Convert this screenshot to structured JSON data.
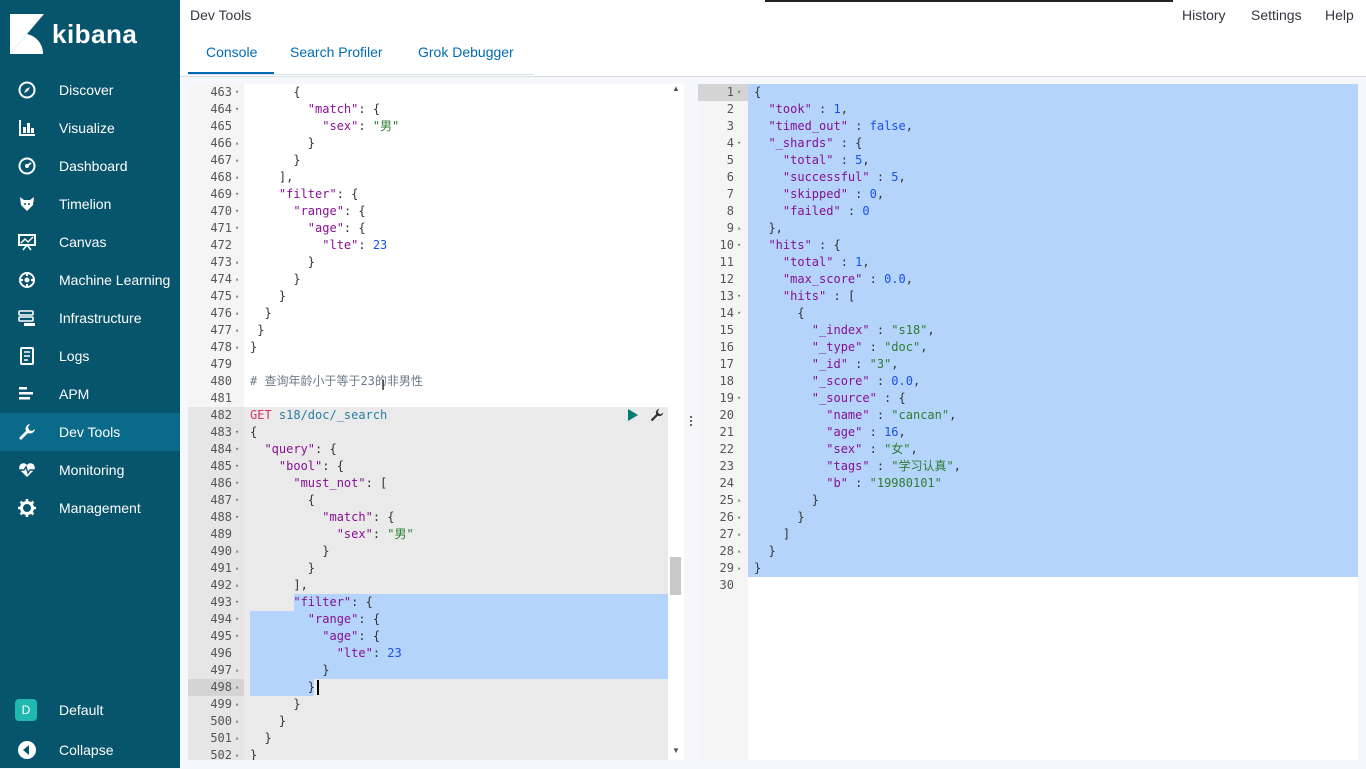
{
  "sidebar": {
    "brand": "kibana",
    "items": [
      {
        "label": "Discover",
        "icon": "compass-icon"
      },
      {
        "label": "Visualize",
        "icon": "bar-chart-icon"
      },
      {
        "label": "Dashboard",
        "icon": "dashboard-icon"
      },
      {
        "label": "Timelion",
        "icon": "timelion-icon"
      },
      {
        "label": "Canvas",
        "icon": "canvas-icon"
      },
      {
        "label": "Machine Learning",
        "icon": "machine-learning-icon"
      },
      {
        "label": "Infrastructure",
        "icon": "infrastructure-icon"
      },
      {
        "label": "Logs",
        "icon": "logs-icon"
      },
      {
        "label": "APM",
        "icon": "apm-icon"
      },
      {
        "label": "Dev Tools",
        "icon": "wrench-icon"
      },
      {
        "label": "Monitoring",
        "icon": "heartbeat-icon"
      },
      {
        "label": "Management",
        "icon": "gear-icon"
      }
    ],
    "active": "Dev Tools",
    "space": {
      "initial": "D",
      "label": "Default"
    },
    "collapse_label": "Collapse"
  },
  "header": {
    "title": "Dev Tools",
    "links": [
      "History",
      "Settings",
      "Help"
    ],
    "tabs": [
      "Console",
      "Search Profiler",
      "Grok Debugger"
    ],
    "active_tab": "Console"
  },
  "request_editor": {
    "lines": [
      {
        "n": "463",
        "f": "▾",
        "t": [
          [
            "      {",
            "p"
          ]
        ]
      },
      {
        "n": "464",
        "f": "▾",
        "t": [
          [
            "        ",
            "p"
          ],
          [
            "\"match\"",
            "k"
          ],
          [
            ": {",
            "p"
          ]
        ]
      },
      {
        "n": "465",
        "f": "",
        "t": [
          [
            "          ",
            "p"
          ],
          [
            "\"sex\"",
            "k"
          ],
          [
            ": ",
            "p"
          ],
          [
            "\"男\"",
            "s"
          ]
        ]
      },
      {
        "n": "466",
        "f": "▴",
        "t": [
          [
            "        }",
            "p"
          ]
        ]
      },
      {
        "n": "467",
        "f": "▴",
        "t": [
          [
            "      }",
            "p"
          ]
        ]
      },
      {
        "n": "468",
        "f": "▴",
        "t": [
          [
            "    ],",
            "p"
          ]
        ]
      },
      {
        "n": "469",
        "f": "▾",
        "t": [
          [
            "    ",
            "p"
          ],
          [
            "\"filter\"",
            "k"
          ],
          [
            ": {",
            "p"
          ]
        ]
      },
      {
        "n": "470",
        "f": "▾",
        "t": [
          [
            "      ",
            "p"
          ],
          [
            "\"range\"",
            "k"
          ],
          [
            ": {",
            "p"
          ]
        ]
      },
      {
        "n": "471",
        "f": "▾",
        "t": [
          [
            "        ",
            "p"
          ],
          [
            "\"age\"",
            "k"
          ],
          [
            ": {",
            "p"
          ]
        ]
      },
      {
        "n": "472",
        "f": "",
        "t": [
          [
            "          ",
            "p"
          ],
          [
            "\"lte\"",
            "k"
          ],
          [
            ": ",
            "p"
          ],
          [
            "23",
            "n"
          ]
        ]
      },
      {
        "n": "473",
        "f": "▴",
        "t": [
          [
            "        }",
            "p"
          ]
        ]
      },
      {
        "n": "474",
        "f": "▴",
        "t": [
          [
            "      }",
            "p"
          ]
        ]
      },
      {
        "n": "475",
        "f": "▴",
        "t": [
          [
            "    }",
            "p"
          ]
        ]
      },
      {
        "n": "476",
        "f": "▴",
        "t": [
          [
            "  }",
            "p"
          ]
        ]
      },
      {
        "n": "477",
        "f": "▴",
        "t": [
          [
            " }",
            "p"
          ]
        ]
      },
      {
        "n": "478",
        "f": "▴",
        "t": [
          [
            "}",
            "p"
          ]
        ]
      },
      {
        "n": "479",
        "f": "",
        "t": [
          [
            "",
            "p"
          ]
        ]
      },
      {
        "n": "480",
        "f": "",
        "t": [
          [
            "# 查询年龄小于等于23的非男性",
            "c"
          ]
        ]
      },
      {
        "n": "481",
        "f": "",
        "t": [
          [
            "",
            "p"
          ]
        ]
      },
      {
        "n": "482",
        "f": "",
        "t": [
          [
            "GET",
            "m"
          ],
          [
            " s18/doc/_search",
            "u"
          ]
        ]
      },
      {
        "n": "483",
        "f": "▾",
        "t": [
          [
            "{",
            "p"
          ]
        ]
      },
      {
        "n": "484",
        "f": "▾",
        "t": [
          [
            "  ",
            "p"
          ],
          [
            "\"query\"",
            "k"
          ],
          [
            ": {",
            "p"
          ]
        ]
      },
      {
        "n": "485",
        "f": "▾",
        "t": [
          [
            "    ",
            "p"
          ],
          [
            "\"bool\"",
            "k"
          ],
          [
            ": {",
            "p"
          ]
        ]
      },
      {
        "n": "486",
        "f": "▾",
        "t": [
          [
            "      ",
            "p"
          ],
          [
            "\"must_not\"",
            "k"
          ],
          [
            ": [",
            "p"
          ]
        ]
      },
      {
        "n": "487",
        "f": "▾",
        "t": [
          [
            "        {",
            "p"
          ]
        ]
      },
      {
        "n": "488",
        "f": "▾",
        "t": [
          [
            "          ",
            "p"
          ],
          [
            "\"match\"",
            "k"
          ],
          [
            ": {",
            "p"
          ]
        ]
      },
      {
        "n": "489",
        "f": "",
        "t": [
          [
            "            ",
            "p"
          ],
          [
            "\"sex\"",
            "k"
          ],
          [
            ": ",
            "p"
          ],
          [
            "\"男\"",
            "s"
          ]
        ]
      },
      {
        "n": "490",
        "f": "▴",
        "t": [
          [
            "          }",
            "p"
          ]
        ]
      },
      {
        "n": "491",
        "f": "▴",
        "t": [
          [
            "        }",
            "p"
          ]
        ]
      },
      {
        "n": "492",
        "f": "▴",
        "t": [
          [
            "      ],",
            "p"
          ]
        ]
      },
      {
        "n": "493",
        "f": "▾",
        "t": [
          [
            "      ",
            "p"
          ],
          [
            "\"filter\"",
            "k"
          ],
          [
            ": {",
            "p"
          ]
        ]
      },
      {
        "n": "494",
        "f": "▾",
        "t": [
          [
            "        ",
            "p"
          ],
          [
            "\"range\"",
            "k"
          ],
          [
            ": {",
            "p"
          ]
        ]
      },
      {
        "n": "495",
        "f": "▾",
        "t": [
          [
            "          ",
            "p"
          ],
          [
            "\"age\"",
            "k"
          ],
          [
            ": {",
            "p"
          ]
        ]
      },
      {
        "n": "496",
        "f": "",
        "t": [
          [
            "            ",
            "p"
          ],
          [
            "\"lte\"",
            "k"
          ],
          [
            ": ",
            "p"
          ],
          [
            "23",
            "n"
          ]
        ]
      },
      {
        "n": "497",
        "f": "▴",
        "t": [
          [
            "          }",
            "p"
          ]
        ]
      },
      {
        "n": "498",
        "f": "▴",
        "t": [
          [
            "        }",
            "p"
          ]
        ]
      },
      {
        "n": "499",
        "f": "▴",
        "t": [
          [
            "      }",
            "p"
          ]
        ]
      },
      {
        "n": "500",
        "f": "▴",
        "t": [
          [
            "    }",
            "p"
          ]
        ]
      },
      {
        "n": "501",
        "f": "▴",
        "t": [
          [
            "  }",
            "p"
          ]
        ]
      },
      {
        "n": "502",
        "f": "▴",
        "t": [
          [
            "}",
            "p"
          ]
        ]
      }
    ]
  },
  "response_editor": {
    "lines": [
      {
        "n": "1",
        "f": "▾",
        "t": [
          [
            "{",
            "p"
          ]
        ]
      },
      {
        "n": "2",
        "f": "",
        "t": [
          [
            "  ",
            "p"
          ],
          [
            "\"took\"",
            "k"
          ],
          [
            " : ",
            "p"
          ],
          [
            "1",
            "n"
          ],
          [
            ",",
            "p"
          ]
        ]
      },
      {
        "n": "3",
        "f": "",
        "t": [
          [
            "  ",
            "p"
          ],
          [
            "\"timed_out\"",
            "k"
          ],
          [
            " : ",
            "p"
          ],
          [
            "false",
            "n"
          ],
          [
            ",",
            "p"
          ]
        ]
      },
      {
        "n": "4",
        "f": "▾",
        "t": [
          [
            "  ",
            "p"
          ],
          [
            "\"_shards\"",
            "k"
          ],
          [
            " : {",
            "p"
          ]
        ]
      },
      {
        "n": "5",
        "f": "",
        "t": [
          [
            "    ",
            "p"
          ],
          [
            "\"total\"",
            "k"
          ],
          [
            " : ",
            "p"
          ],
          [
            "5",
            "n"
          ],
          [
            ",",
            "p"
          ]
        ]
      },
      {
        "n": "6",
        "f": "",
        "t": [
          [
            "    ",
            "p"
          ],
          [
            "\"successful\"",
            "k"
          ],
          [
            " : ",
            "p"
          ],
          [
            "5",
            "n"
          ],
          [
            ",",
            "p"
          ]
        ]
      },
      {
        "n": "7",
        "f": "",
        "t": [
          [
            "    ",
            "p"
          ],
          [
            "\"skipped\"",
            "k"
          ],
          [
            " : ",
            "p"
          ],
          [
            "0",
            "n"
          ],
          [
            ",",
            "p"
          ]
        ]
      },
      {
        "n": "8",
        "f": "",
        "t": [
          [
            "    ",
            "p"
          ],
          [
            "\"failed\"",
            "k"
          ],
          [
            " : ",
            "p"
          ],
          [
            "0",
            "n"
          ]
        ]
      },
      {
        "n": "9",
        "f": "▴",
        "t": [
          [
            "  },",
            "p"
          ]
        ]
      },
      {
        "n": "10",
        "f": "▾",
        "t": [
          [
            "  ",
            "p"
          ],
          [
            "\"hits\"",
            "k"
          ],
          [
            " : {",
            "p"
          ]
        ]
      },
      {
        "n": "11",
        "f": "",
        "t": [
          [
            "    ",
            "p"
          ],
          [
            "\"total\"",
            "k"
          ],
          [
            " : ",
            "p"
          ],
          [
            "1",
            "n"
          ],
          [
            ",",
            "p"
          ]
        ]
      },
      {
        "n": "12",
        "f": "",
        "t": [
          [
            "    ",
            "p"
          ],
          [
            "\"max_score\"",
            "k"
          ],
          [
            " : ",
            "p"
          ],
          [
            "0.0",
            "n"
          ],
          [
            ",",
            "p"
          ]
        ]
      },
      {
        "n": "13",
        "f": "▾",
        "t": [
          [
            "    ",
            "p"
          ],
          [
            "\"hits\"",
            "k"
          ],
          [
            " : [",
            "p"
          ]
        ]
      },
      {
        "n": "14",
        "f": "▾",
        "t": [
          [
            "      {",
            "p"
          ]
        ]
      },
      {
        "n": "15",
        "f": "",
        "t": [
          [
            "        ",
            "p"
          ],
          [
            "\"_index\"",
            "k"
          ],
          [
            " : ",
            "p"
          ],
          [
            "\"s18\"",
            "s"
          ],
          [
            ",",
            "p"
          ]
        ]
      },
      {
        "n": "16",
        "f": "",
        "t": [
          [
            "        ",
            "p"
          ],
          [
            "\"_type\"",
            "k"
          ],
          [
            " : ",
            "p"
          ],
          [
            "\"doc\"",
            "s"
          ],
          [
            ",",
            "p"
          ]
        ]
      },
      {
        "n": "17",
        "f": "",
        "t": [
          [
            "        ",
            "p"
          ],
          [
            "\"_id\"",
            "k"
          ],
          [
            " : ",
            "p"
          ],
          [
            "\"3\"",
            "s"
          ],
          [
            ",",
            "p"
          ]
        ]
      },
      {
        "n": "18",
        "f": "",
        "t": [
          [
            "        ",
            "p"
          ],
          [
            "\"_score\"",
            "k"
          ],
          [
            " : ",
            "p"
          ],
          [
            "0.0",
            "n"
          ],
          [
            ",",
            "p"
          ]
        ]
      },
      {
        "n": "19",
        "f": "▾",
        "t": [
          [
            "        ",
            "p"
          ],
          [
            "\"_source\"",
            "k"
          ],
          [
            " : {",
            "p"
          ]
        ]
      },
      {
        "n": "20",
        "f": "",
        "t": [
          [
            "          ",
            "p"
          ],
          [
            "\"name\"",
            "k"
          ],
          [
            " : ",
            "p"
          ],
          [
            "\"cancan\"",
            "s"
          ],
          [
            ",",
            "p"
          ]
        ]
      },
      {
        "n": "21",
        "f": "",
        "t": [
          [
            "          ",
            "p"
          ],
          [
            "\"age\"",
            "k"
          ],
          [
            " : ",
            "p"
          ],
          [
            "16",
            "n"
          ],
          [
            ",",
            "p"
          ]
        ]
      },
      {
        "n": "22",
        "f": "",
        "t": [
          [
            "          ",
            "p"
          ],
          [
            "\"sex\"",
            "k"
          ],
          [
            " : ",
            "p"
          ],
          [
            "\"女\"",
            "s"
          ],
          [
            ",",
            "p"
          ]
        ]
      },
      {
        "n": "23",
        "f": "",
        "t": [
          [
            "          ",
            "p"
          ],
          [
            "\"tags\"",
            "k"
          ],
          [
            " : ",
            "p"
          ],
          [
            "\"学习认真\"",
            "s"
          ],
          [
            ",",
            "p"
          ]
        ]
      },
      {
        "n": "24",
        "f": "",
        "t": [
          [
            "          ",
            "p"
          ],
          [
            "\"b\"",
            "k"
          ],
          [
            " : ",
            "p"
          ],
          [
            "\"19980101\"",
            "s"
          ]
        ]
      },
      {
        "n": "25",
        "f": "▴",
        "t": [
          [
            "        }",
            "p"
          ]
        ]
      },
      {
        "n": "26",
        "f": "▴",
        "t": [
          [
            "      }",
            "p"
          ]
        ]
      },
      {
        "n": "27",
        "f": "▴",
        "t": [
          [
            "    ]",
            "p"
          ]
        ]
      },
      {
        "n": "28",
        "f": "▴",
        "t": [
          [
            "  }",
            "p"
          ]
        ]
      },
      {
        "n": "29",
        "f": "▴",
        "t": [
          [
            "}",
            "p"
          ]
        ]
      },
      {
        "n": "30",
        "f": "",
        "t": [
          [
            "",
            "p"
          ]
        ]
      }
    ]
  },
  "colors": {
    "sidebar": "#07546d",
    "active_nav": "#0a6a89",
    "accent": "#006bb4",
    "selection": "#b4d4fb",
    "run": "#017d73"
  }
}
